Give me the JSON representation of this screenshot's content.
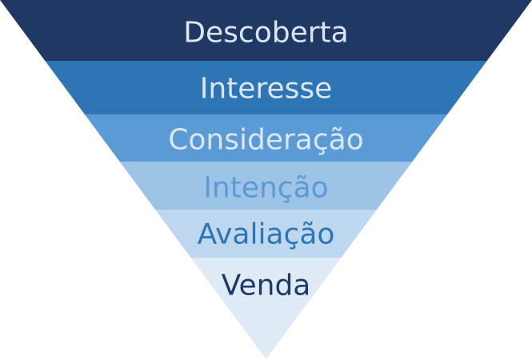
{
  "funnel": {
    "stages": [
      {
        "label": "Descoberta",
        "fill": "#1F3864",
        "text_color": "#DCE6F2"
      },
      {
        "label": "Interesse",
        "fill": "#2E75B6",
        "text_color": "#DCE6F2"
      },
      {
        "label": "Consideração",
        "fill": "#5B9BD5",
        "text_color": "#DCE6F2"
      },
      {
        "label": "Intenção",
        "fill": "#9DC3E6",
        "text_color": "#5B9BD5"
      },
      {
        "label": "Avaliação",
        "fill": "#BDD7EE",
        "text_color": "#2E75B6"
      },
      {
        "label": "Venda",
        "fill": "#DEEBF7",
        "text_color": "#1F3864"
      }
    ]
  }
}
